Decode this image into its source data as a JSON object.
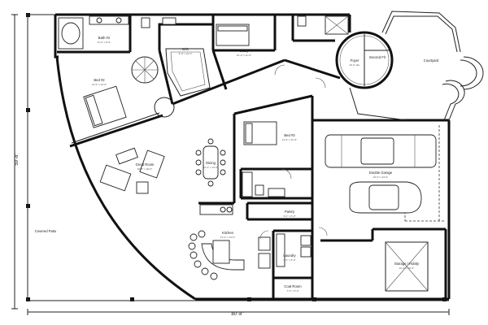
{
  "plan": {
    "rooms": {
      "bath2": {
        "name": "Bath #2",
        "size": "11'-0\" x 8'-6\""
      },
      "wic": {
        "name": "W/C",
        "size": "8'-0\" x 10'-0\""
      },
      "study": {
        "name": "Study",
        "size": "12'-0\" x 11'-0\""
      },
      "bed2": {
        "name": "Bed #2",
        "size": "14'-6\" x 12'-6\""
      },
      "bed3": {
        "name": "Bed #3",
        "size": "11'-0\" x 12'-6\""
      },
      "great": {
        "name": "Great Room",
        "size": "20'-0\" x 18'-0\""
      },
      "dining": {
        "name": "Dining",
        "size": "12'-0\" x 10'-0\""
      },
      "kitchen": {
        "name": "Kitchen",
        "size": "14'-0\" x 12'-0\""
      },
      "pantry": {
        "name": "Pantry",
        "size": "9'-0\" x 6'-0\""
      },
      "laundry": {
        "name": "Laundry",
        "size": "6'-6\" x 8'-0\""
      },
      "coat": {
        "name": "Coat Room",
        "size": "7'-0\" x 5'-0\""
      },
      "foyer": {
        "name": "Foyer",
        "size": "10'-0\" dia."
      },
      "second": {
        "name": "Second Flr",
        "size": ""
      },
      "courtyard": {
        "name": "Courtyard",
        "size": ""
      },
      "garage": {
        "name": "Double Garage",
        "size": "22'-0\" x 24'-0\""
      },
      "storage": {
        "name": "Storage / Hobby",
        "size": "12'-0\" x 10'-0\""
      },
      "patio": {
        "name": "Covered Patio",
        "size": ""
      }
    },
    "dimensions": {
      "overall_width": "80'-8\"",
      "overall_depth": "59'-8\""
    }
  }
}
